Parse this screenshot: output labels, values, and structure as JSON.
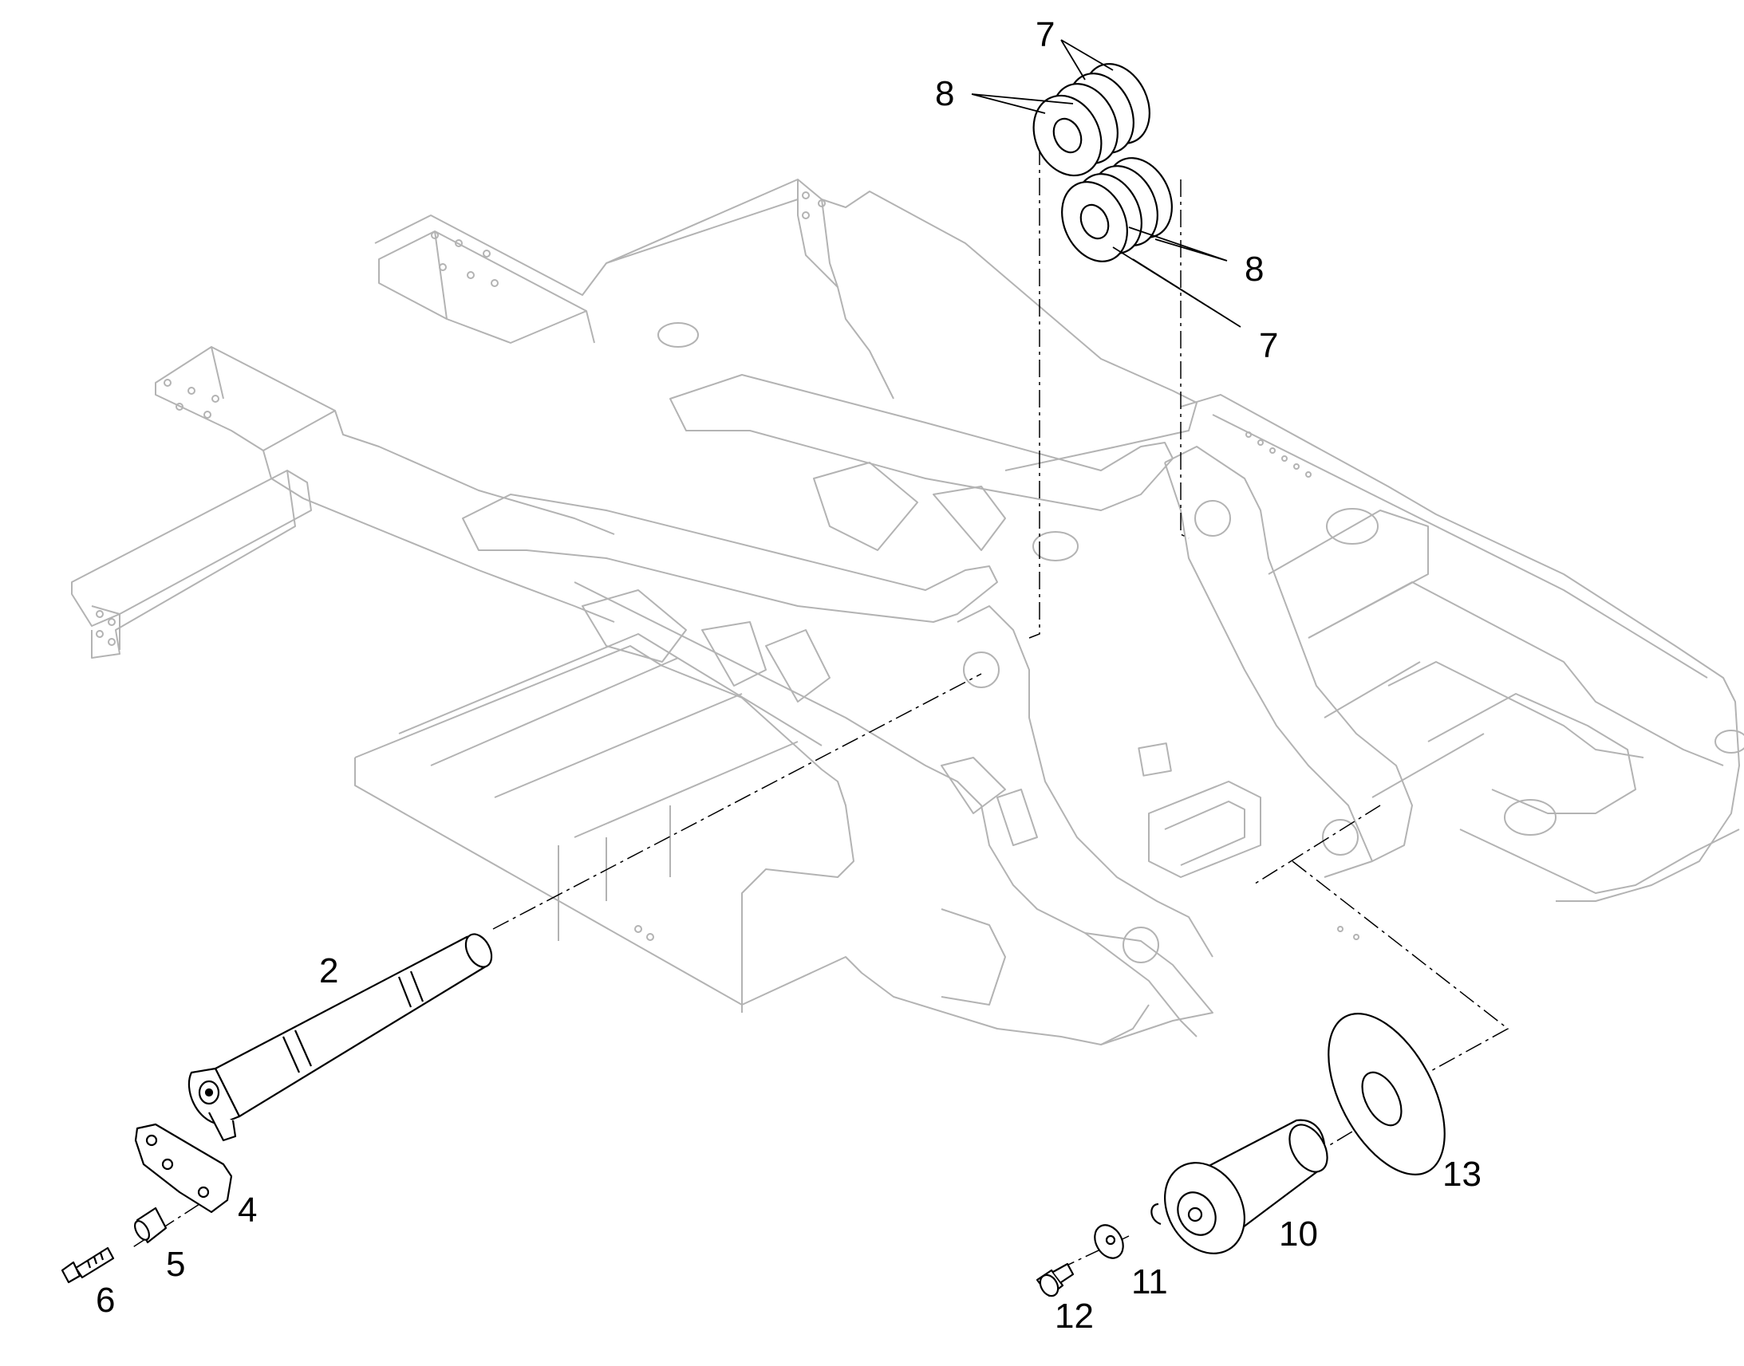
{
  "callouts": {
    "c2": "2",
    "c4": "4",
    "c5": "5",
    "c6": "6",
    "c7a": "7",
    "c7b": "7",
    "c8a": "8",
    "c8b": "8",
    "c10": "10",
    "c11": "11",
    "c12": "12",
    "c13": "13"
  },
  "colors": {
    "frame_stroke": "#b3b3b3",
    "part_stroke": "#000000",
    "background": "#ffffff"
  }
}
